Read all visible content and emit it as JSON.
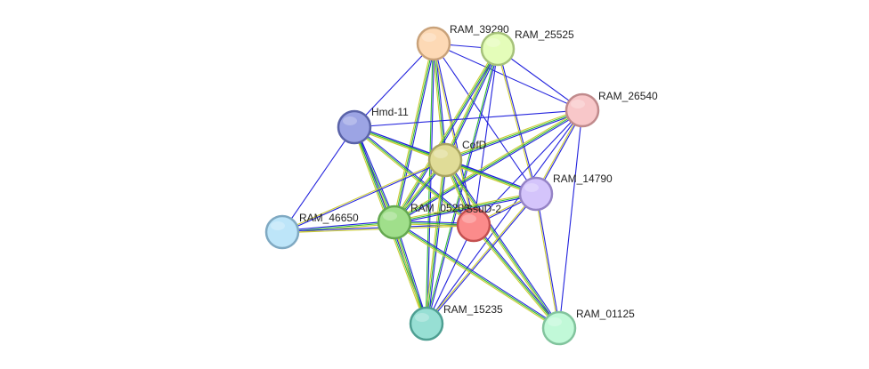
{
  "nodes": [
    {
      "id": "RAM_39290",
      "label": "RAM_39290",
      "color": "#fdd9b5",
      "stroke": "#c9a27a"
    },
    {
      "id": "RAM_25525",
      "label": "RAM_25525",
      "color": "#e4fdb9",
      "stroke": "#a6c27a"
    },
    {
      "id": "RAM_26540",
      "label": "RAM_26540",
      "color": "#f8c7c9",
      "stroke": "#c08a8c"
    },
    {
      "id": "Hmd-11",
      "label": "Hmd-11",
      "color": "#9ca4e4",
      "stroke": "#5a63a8"
    },
    {
      "id": "CofD",
      "label": "CofD",
      "color": "#e0dc97",
      "stroke": "#a9a560"
    },
    {
      "id": "RAM_14790",
      "label": "RAM_14790",
      "color": "#d4c4fb",
      "stroke": "#9583c6"
    },
    {
      "id": "RAM_46650",
      "label": "RAM_46650",
      "color": "#bde5f9",
      "stroke": "#7fa9c2"
    },
    {
      "id": "RAM_05200",
      "label": "RAM_05200",
      "color": "#a0df8b",
      "stroke": "#64a850"
    },
    {
      "id": "SsuD-2",
      "label": "SsuD-2",
      "color": "#fb8b8b",
      "stroke": "#c45050"
    },
    {
      "id": "RAM_15235",
      "label": "RAM_15235",
      "color": "#97dfd4",
      "stroke": "#4e9f92"
    },
    {
      "id": "RAM_01125",
      "label": "RAM_01125",
      "color": "#c1f9d8",
      "stroke": "#82c49d"
    }
  ],
  "edges": [
    {
      "source": "RAM_39290",
      "target": "RAM_25525",
      "evidence": [
        "blue"
      ]
    },
    {
      "source": "RAM_39290",
      "target": "Hmd-11",
      "evidence": [
        "blue"
      ]
    },
    {
      "source": "RAM_39290",
      "target": "RAM_26540",
      "evidence": [
        "blue"
      ]
    },
    {
      "source": "RAM_39290",
      "target": "CofD",
      "evidence": [
        "blue",
        "green",
        "yellow"
      ]
    },
    {
      "source": "RAM_39290",
      "target": "RAM_05200",
      "evidence": [
        "blue",
        "green",
        "yellow"
      ]
    },
    {
      "source": "RAM_39290",
      "target": "RAM_14790",
      "evidence": [
        "blue"
      ]
    },
    {
      "source": "RAM_39290",
      "target": "SsuD-2",
      "evidence": [
        "blue",
        "yellow"
      ]
    },
    {
      "source": "RAM_39290",
      "target": "RAM_15235",
      "evidence": [
        "blue",
        "green"
      ]
    },
    {
      "source": "RAM_25525",
      "target": "RAM_26540",
      "evidence": [
        "blue"
      ]
    },
    {
      "source": "RAM_25525",
      "target": "CofD",
      "evidence": [
        "blue",
        "green",
        "yellow"
      ]
    },
    {
      "source": "RAM_25525",
      "target": "RAM_05200",
      "evidence": [
        "blue",
        "green",
        "yellow"
      ]
    },
    {
      "source": "RAM_25525",
      "target": "RAM_14790",
      "evidence": [
        "blue",
        "yellow"
      ]
    },
    {
      "source": "RAM_25525",
      "target": "SsuD-2",
      "evidence": [
        "blue"
      ]
    },
    {
      "source": "RAM_25525",
      "target": "RAM_15235",
      "evidence": [
        "blue",
        "green"
      ]
    },
    {
      "source": "RAM_26540",
      "target": "Hmd-11",
      "evidence": [
        "blue"
      ]
    },
    {
      "source": "RAM_26540",
      "target": "CofD",
      "evidence": [
        "blue",
        "green",
        "yellow"
      ]
    },
    {
      "source": "RAM_26540",
      "target": "RAM_05200",
      "evidence": [
        "blue",
        "green",
        "yellow"
      ]
    },
    {
      "source": "RAM_26540",
      "target": "RAM_14790",
      "evidence": [
        "blue",
        "yellow"
      ]
    },
    {
      "source": "RAM_26540",
      "target": "SsuD-2",
      "evidence": [
        "blue"
      ]
    },
    {
      "source": "RAM_26540",
      "target": "RAM_01125",
      "evidence": [
        "blue"
      ]
    },
    {
      "source": "RAM_26540",
      "target": "RAM_15235",
      "evidence": [
        "blue"
      ]
    },
    {
      "source": "Hmd-11",
      "target": "CofD",
      "evidence": [
        "blue",
        "green",
        "yellow"
      ]
    },
    {
      "source": "Hmd-11",
      "target": "RAM_05200",
      "evidence": [
        "blue",
        "green",
        "yellow"
      ]
    },
    {
      "source": "Hmd-11",
      "target": "RAM_14790",
      "evidence": [
        "blue",
        "green",
        "yellow"
      ]
    },
    {
      "source": "Hmd-11",
      "target": "SsuD-2",
      "evidence": [
        "blue",
        "green",
        "yellow"
      ]
    },
    {
      "source": "Hmd-11",
      "target": "RAM_46650",
      "evidence": [
        "blue"
      ]
    },
    {
      "source": "Hmd-11",
      "target": "RAM_15235",
      "evidence": [
        "blue",
        "green",
        "yellow"
      ]
    },
    {
      "source": "CofD",
      "target": "RAM_05200",
      "evidence": [
        "blue",
        "green",
        "yellow"
      ]
    },
    {
      "source": "CofD",
      "target": "RAM_14790",
      "evidence": [
        "blue",
        "green",
        "yellow"
      ]
    },
    {
      "source": "CofD",
      "target": "SsuD-2",
      "evidence": [
        "blue",
        "green",
        "yellow"
      ]
    },
    {
      "source": "CofD",
      "target": "RAM_46650",
      "evidence": [
        "blue",
        "yellow"
      ]
    },
    {
      "source": "CofD",
      "target": "RAM_15235",
      "evidence": [
        "blue",
        "green",
        "yellow"
      ]
    },
    {
      "source": "CofD",
      "target": "RAM_01125",
      "evidence": [
        "blue",
        "green",
        "yellow"
      ]
    },
    {
      "source": "RAM_14790",
      "target": "RAM_05200",
      "evidence": [
        "blue",
        "green",
        "yellow"
      ]
    },
    {
      "source": "RAM_14790",
      "target": "SsuD-2",
      "evidence": [
        "blue",
        "yellow"
      ]
    },
    {
      "source": "RAM_14790",
      "target": "RAM_15235",
      "evidence": [
        "blue",
        "yellow"
      ]
    },
    {
      "source": "RAM_14790",
      "target": "RAM_01125",
      "evidence": [
        "blue",
        "yellow"
      ]
    },
    {
      "source": "RAM_46650",
      "target": "RAM_05200",
      "evidence": [
        "blue",
        "green",
        "yellow"
      ]
    },
    {
      "source": "RAM_46650",
      "target": "SsuD-2",
      "evidence": [
        "blue",
        "yellow"
      ]
    },
    {
      "source": "RAM_05200",
      "target": "SsuD-2",
      "evidence": [
        "blue",
        "green",
        "yellow"
      ]
    },
    {
      "source": "RAM_05200",
      "target": "RAM_15235",
      "evidence": [
        "blue",
        "green",
        "yellow"
      ]
    },
    {
      "source": "RAM_05200",
      "target": "RAM_01125",
      "evidence": [
        "blue",
        "green",
        "yellow"
      ]
    },
    {
      "source": "SsuD-2",
      "target": "RAM_15235",
      "evidence": [
        "blue"
      ]
    },
    {
      "source": "SsuD-2",
      "target": "RAM_01125",
      "evidence": [
        "blue",
        "green",
        "yellow"
      ]
    }
  ],
  "evidence_colors": {
    "blue": "#2222dd",
    "green": "#33bb33",
    "yellow": "#cccc33"
  }
}
